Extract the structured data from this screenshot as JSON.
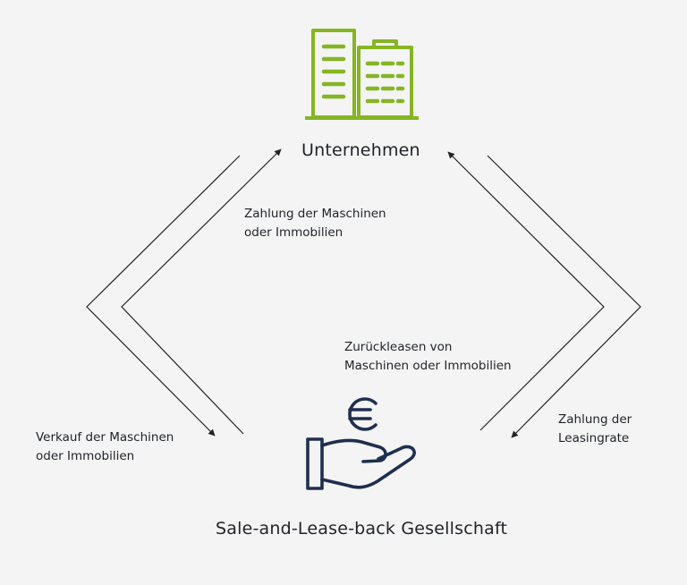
{
  "nodes": {
    "company": {
      "label": "Unternehmen",
      "icon": "office-building-icon",
      "color": "#86b524"
    },
    "lessor": {
      "label": "Sale-and-Lease-back Gesellschaft",
      "icon": "euro-hand-icon",
      "color": "#1e2f4f"
    }
  },
  "edges": {
    "sale": [
      "Verkauf der Maschinen",
      "oder Immobilien"
    ],
    "payment_machines": [
      "Zahlung der Maschinen",
      "oder Immobilien"
    ],
    "leaseback": [
      "Zurückleasen von",
      "Maschinen oder Immobilien"
    ],
    "leasing_rate": [
      "Zahlung der",
      "Leasingrate"
    ]
  },
  "colors": {
    "background": "#f4f4f4",
    "arrow": "#222222",
    "text": "#1f2228"
  }
}
